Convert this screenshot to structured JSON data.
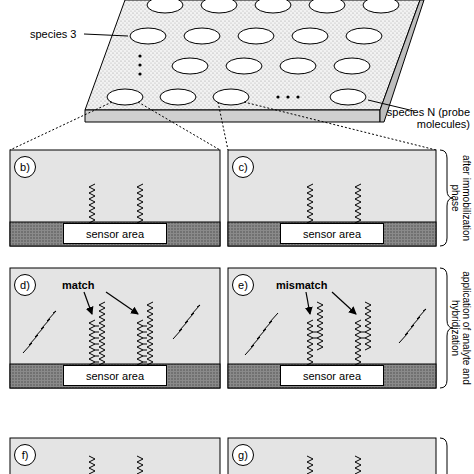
{
  "diagram": {
    "nodes": [
      {
        "text": [
          "b)"
        ]
      },
      {
        "text": [
          "sensor area"
        ]
      },
      {
        "text": [
          "c)"
        ]
      },
      {
        "text": [
          "sensor area"
        ]
      },
      {
        "text": [
          "d)"
        ]
      },
      {
        "text": [
          "sensor area"
        ]
      },
      {
        "text": [
          "e)"
        ]
      },
      {
        "text": [
          "sensor area"
        ]
      },
      {
        "text": [
          "f)"
        ]
      },
      {
        "text": [
          "g)"
        ]
      }
    ],
    "labels": [
      "species 3",
      "species N (probe molecules)",
      "match",
      "mismatch",
      "after immobilization phase",
      "application of analyte and hybridization"
    ]
  }
}
